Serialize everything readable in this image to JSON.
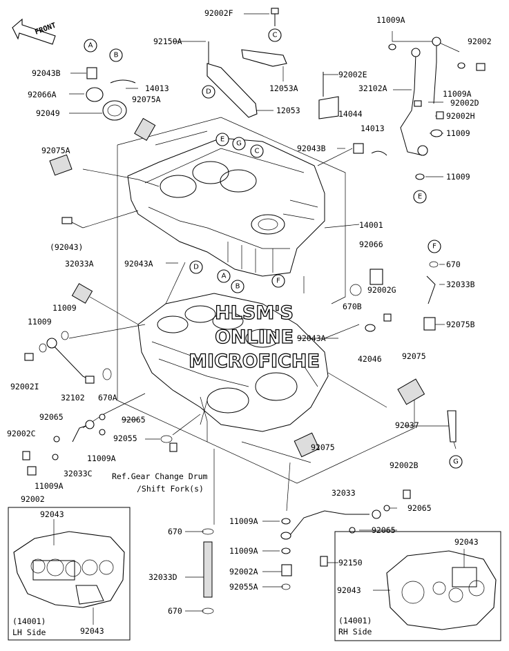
{
  "front_arrow": {
    "label": "FRONT"
  },
  "callouts": {
    "A": "A",
    "B": "B",
    "C": "C",
    "D": "D",
    "E": "E",
    "F": "F",
    "G": "G"
  },
  "parts": {
    "p92002F": "92002F",
    "p11009A_top": "11009A",
    "p92150A": "92150A",
    "p92002": "92002",
    "p92043B": "92043B",
    "p14013_left": "14013",
    "p12053A": "12053A",
    "p92066A": "92066A",
    "p92075A_upper": "92075A",
    "p11009A_mid": "11009A",
    "p32102A": "32102A",
    "p92002D": "92002D",
    "p92049": "92049",
    "p12053": "12053",
    "p92002E": "92002E",
    "p14044": "14044",
    "p92002H": "92002H",
    "p14013_right": "14013",
    "p11009_a": "11009",
    "p92075A_left": "92075A",
    "p92043B_right": "92043B",
    "p11009_b": "11009",
    "p14001": "14001",
    "p92043_paren": "(92043)",
    "p92066": "92066",
    "p670_right": "670",
    "p32033A": "32033A",
    "p92043A_top": "92043A",
    "p32033B": "32033B",
    "p92002G": "92002G",
    "p11009_l1": "11009",
    "p670B": "670B",
    "p11009_l2": "11009",
    "p92075B": "92075B",
    "p92043A_mid": "92043A",
    "p42046": "42046",
    "p92002I": "92002I",
    "p92075_right": "92075",
    "p32102": "32102",
    "p670A": "670A",
    "p92065_a": "92065",
    "p92065_b": "92065",
    "p92037": "92037",
    "p92002C": "92002C",
    "p92055": "92055",
    "p11009A_l": "11009A",
    "p92075_bottom": "92075",
    "p32033C": "32033C",
    "p11009A_ll": "11009A",
    "p92002_bottom": "92002",
    "p92002B": "92002B",
    "p32033": "32033",
    "p92065_c": "92065",
    "p11009A_b": "11009A",
    "p92065_d": "92065",
    "p92150": "92150",
    "p670_b1": "670",
    "p11009A_c": "11009A",
    "p92002A": "92002A",
    "p32033D": "32033D",
    "p92055A": "92055A",
    "p670_b2": "670"
  },
  "ref_note": {
    "line1": "Ref.Gear Change Drum",
    "line2": "/Shift Fork(s)"
  },
  "lh_inset": {
    "top_label": "92043",
    "bottom_label": "92043",
    "part_ref": "(14001)",
    "side": "LH Side"
  },
  "rh_inset": {
    "top_label": "92043",
    "left_label": "92043",
    "part_ref": "(14001)",
    "side": "RH Side"
  },
  "watermark": {
    "line1": "HLSM'S",
    "line2": "ONLINE",
    "line3": "MICROFICHE"
  }
}
